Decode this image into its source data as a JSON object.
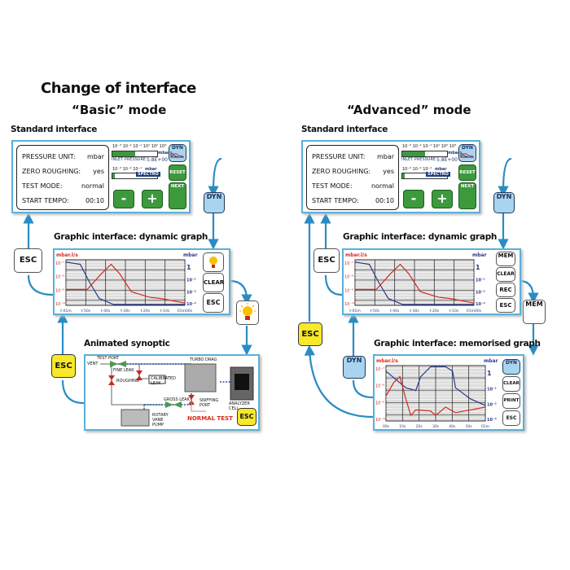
{
  "title": "Change of interface",
  "basic": {
    "heading": "“Basic” mode",
    "standard_label": "Standard interface",
    "graph_label": "Graphic interface: dynamic graph",
    "synoptic_label": "Animated synoptic"
  },
  "advanced": {
    "heading": "“Advanced” mode",
    "standard_label": "Standard interface",
    "graph_label": "Graphic interface: dynamic graph",
    "memorised_label": "Graphic interface: memorised graph"
  },
  "standard": {
    "rows": [
      {
        "label": "PRESSURE UNIT:",
        "value": "mbar"
      },
      {
        "label": "ZERO ROUGHING:",
        "value": "yes"
      },
      {
        "label": "TEST MODE:",
        "value": "normal"
      },
      {
        "label": "START TEMPO:",
        "value": "00:10"
      }
    ],
    "inlet_scale": "10⁻³ 10⁻² 10⁻¹   10¹ 10² 10³",
    "inlet_unit": "mbar",
    "inlet_label": "INLET PRESSURE",
    "inlet_value": "5.8E+00",
    "inlet_fill": 0.5,
    "spectro_scale": "10⁻³  10⁻²  10⁻¹",
    "spectro_unit": "mbar",
    "spectro_label": "SPECTRO",
    "spectro_fill": 0.05,
    "dyn": "DYN",
    "reset": "RESET",
    "next": "NEXT",
    "minus": "-",
    "plus": "+"
  },
  "graph": {
    "left_unit": "mbar.l/s",
    "right_unit": "mbar",
    "left_ticks": [
      "10⁻⁷",
      "10⁻⁸",
      "10⁻⁹",
      "10⁻¹⁰"
    ],
    "right_ticks": [
      "1",
      "10⁻¹",
      "10⁻²",
      "10⁻³"
    ],
    "x_ticks": [
      "t-01m",
      "t-50s",
      "t-40s",
      "t-30s",
      "t-20s",
      "t-10s",
      "01m00s"
    ],
    "mem_x_ticks": [
      "00s",
      "10s",
      "20s",
      "30s",
      "40s",
      "50s",
      "01m"
    ],
    "colors": {
      "leak": "#d42a1e",
      "pressure": "#2a3a8c"
    }
  },
  "buttons": {
    "esc": "ESC",
    "clear": "CLEAR",
    "mem": "MEM",
    "rec": "REC",
    "print": "PRINT",
    "dyn": "DYN"
  },
  "synoptic": {
    "test_port": "TEST PORT",
    "vent": "VENT",
    "fine_leak": "FINE LEAK",
    "roughing": "ROUGHING",
    "calibrated_leak": "CALIBRATED LEAK",
    "gross_leak": "GROSS LEAK",
    "turbo_drag": "TURBO DRAG",
    "sniffing_port": "SNIFFING PORT",
    "rotary_vane_pump": "ROTARY VANE PUMP",
    "analyzer_cell": "ANALYZER CELL",
    "status": "NORMAL TEST"
  },
  "arrow_color": "#2b8cc4"
}
